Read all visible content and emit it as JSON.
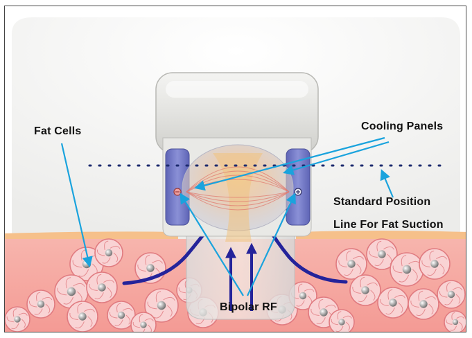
{
  "labels": {
    "fat_cells": "Fat Cells",
    "cooling_panels": "Cooling Panels",
    "standard_position_line1": "Standard Position",
    "standard_position_line2": "Line For Fat Suction",
    "bipolar_rf": "Bipolar RF"
  },
  "colors": {
    "skin_surface": "#f6c08a",
    "tissue": "#f4a09a",
    "fat_cell_outline": "#e07b80",
    "fat_cell_fill": "#f9d3d4",
    "nucleus": "#8e8e8e",
    "arrow": "#1aa3dd",
    "suction_flow": "#24239a",
    "dotted_line": "#1c2a6e",
    "panel": "#6f76c4",
    "device_body": "#e9e9e6"
  },
  "icons": [
    "minus-electrode-icon",
    "plus-electrode-icon"
  ]
}
